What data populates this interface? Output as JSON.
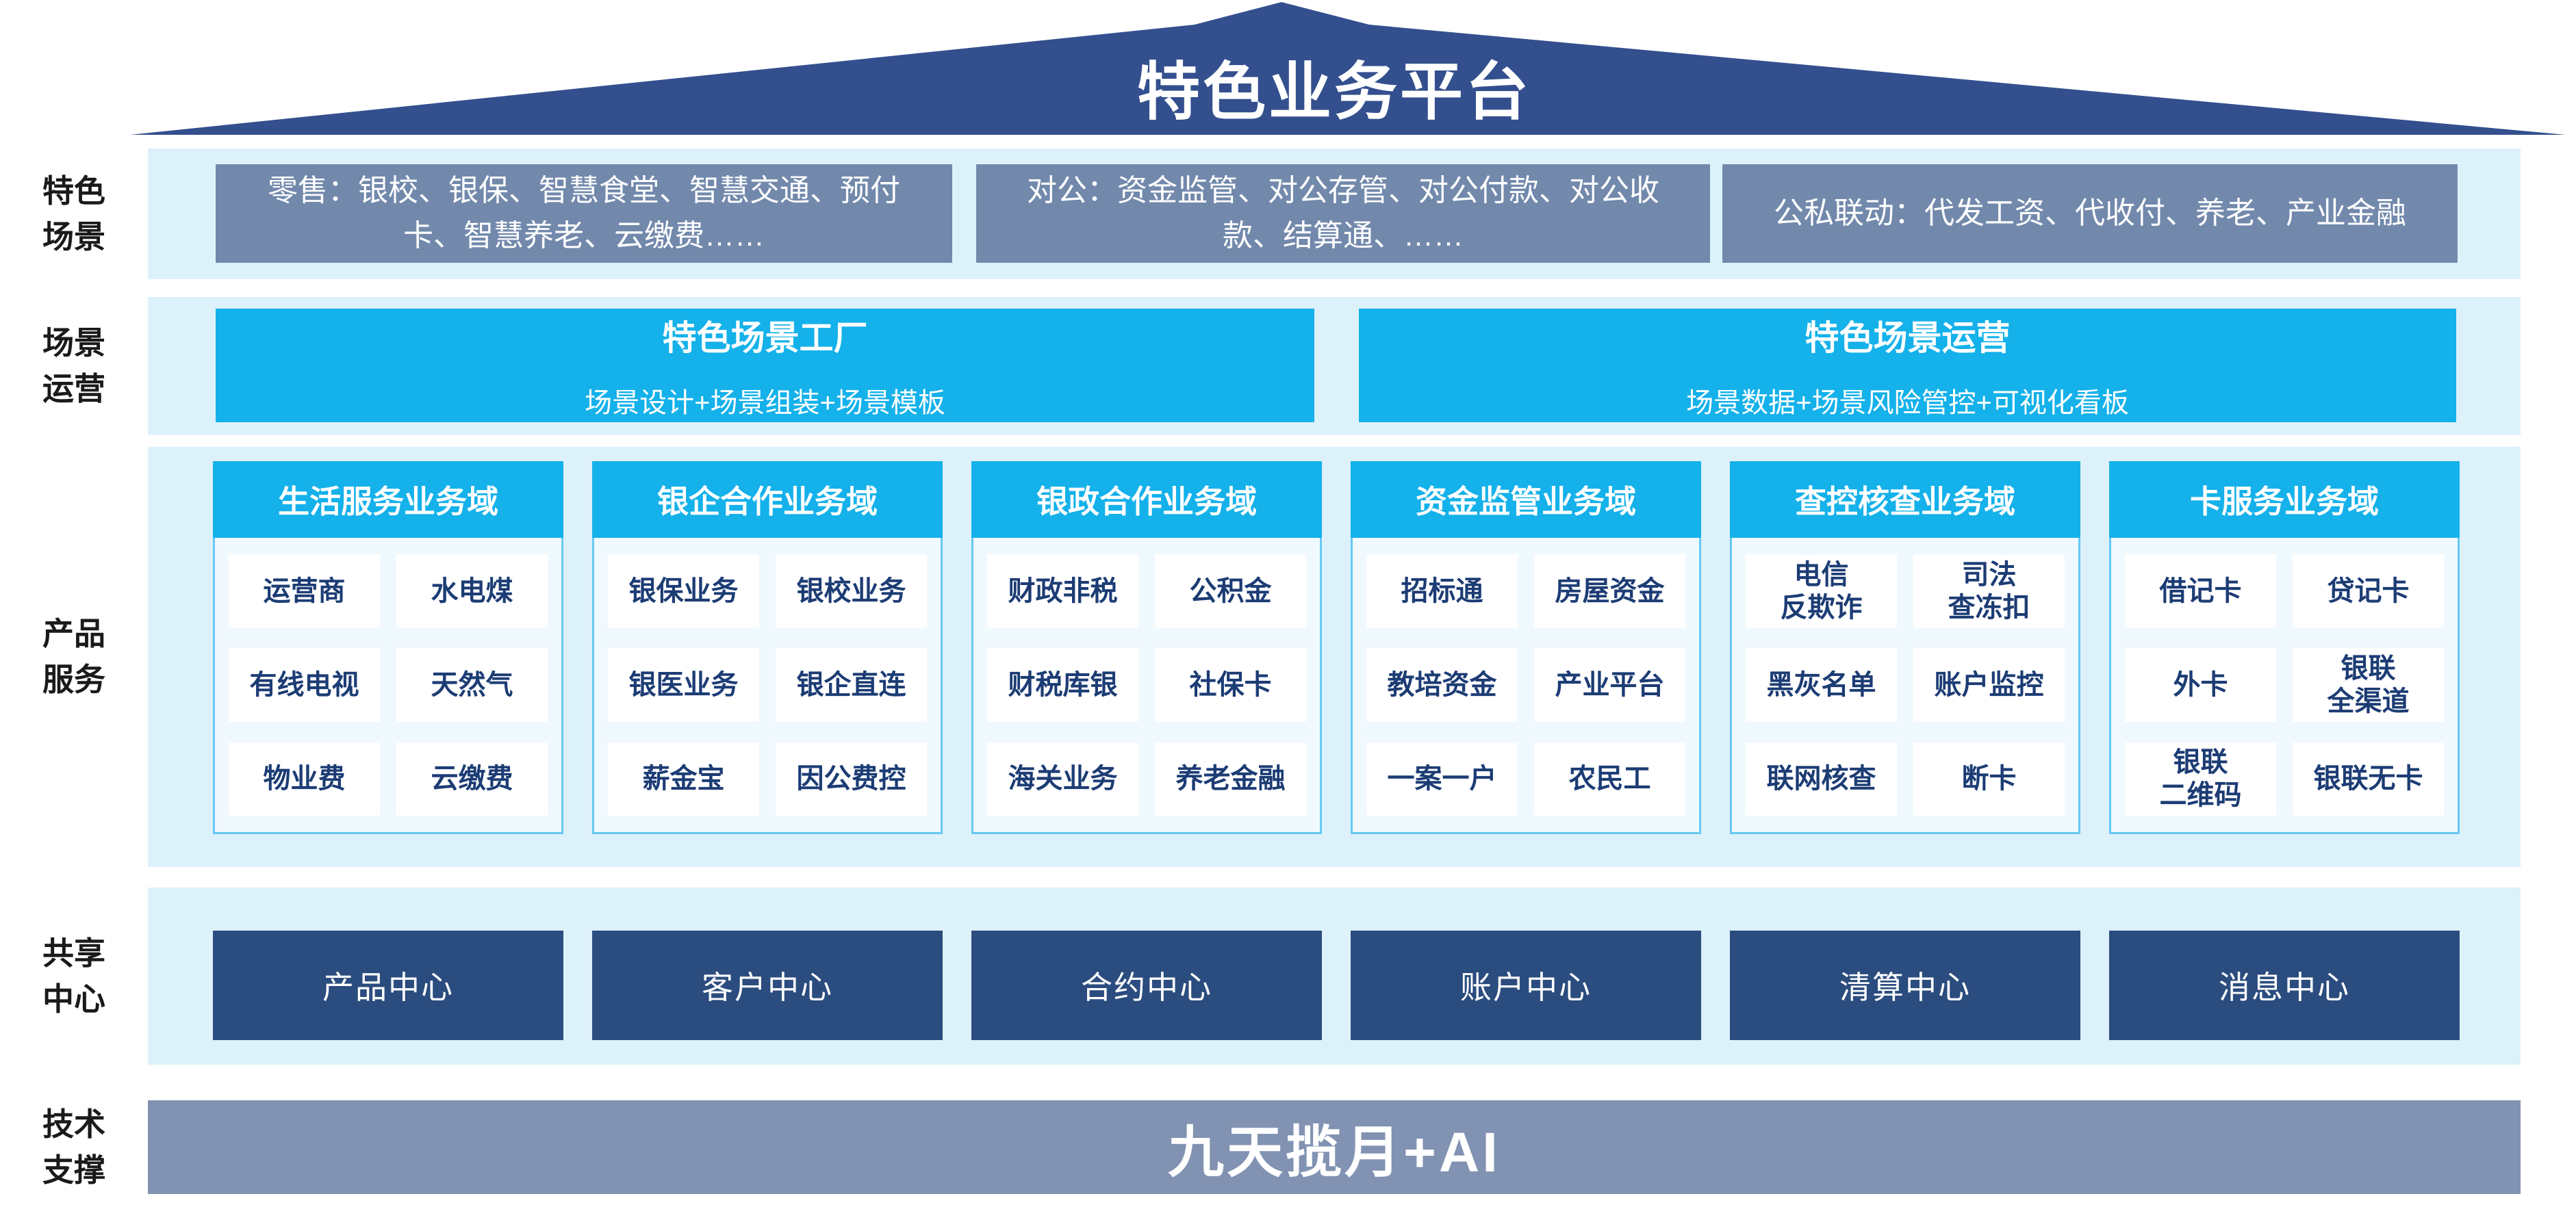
{
  "roof": {
    "title": "特色业务平台"
  },
  "side_labels": [
    "特色\n场景",
    "场景\n运营",
    "产品\n服务",
    "共享\n中心",
    "技术\n支撑"
  ],
  "scene_row": {
    "boxes": [
      "零售：银校、银保、智慧食堂、智慧交通、预付卡、智慧养老、云缴费……",
      "对公：资金监管、对公存管、对公付款、对公收款、结算通、……",
      "公私联动：代发工资、代收付、养老、产业金融"
    ]
  },
  "operation_row": {
    "boxes": [
      {
        "title": "特色场景工厂",
        "subtitle": "场景设计+场景组装+场景模板"
      },
      {
        "title": "特色场景运营",
        "subtitle": "场景数据+场景风险管控+可视化看板"
      }
    ]
  },
  "product_row": {
    "columns": [
      {
        "header": "生活服务业务域",
        "cells": [
          "运营商",
          "水电煤",
          "有线电视",
          "天然气",
          "物业费",
          "云缴费"
        ]
      },
      {
        "header": "银企合作业务域",
        "cells": [
          "银保业务",
          "银校业务",
          "银医业务",
          "银企直连",
          "薪金宝",
          "因公费控"
        ]
      },
      {
        "header": "银政合作业务域",
        "cells": [
          "财政非税",
          "公积金",
          "财税库银",
          "社保卡",
          "海关业务",
          "养老金融"
        ]
      },
      {
        "header": "资金监管业务域",
        "cells": [
          "招标通",
          "房屋资金",
          "教培资金",
          "产业平台",
          "一案一户",
          "农民工"
        ]
      },
      {
        "header": "查控核查业务域",
        "cells": [
          "电信\n反欺诈",
          "司法\n查冻扣",
          "黑灰名单",
          "账户监控",
          "联网核查",
          "断卡"
        ]
      },
      {
        "header": "卡服务业务域",
        "cells": [
          "借记卡",
          "贷记卡",
          "外卡",
          "银联\n全渠道",
          "银联\n二维码",
          "银联无卡"
        ]
      }
    ]
  },
  "shared_row": {
    "centers": [
      "产品中心",
      "客户中心",
      "合约中心",
      "账户中心",
      "清算中心",
      "消息中心"
    ]
  },
  "tech_row": {
    "platform": "九天揽月+AI"
  },
  "colors": {
    "roof_navy": "#334f8e",
    "scene_box_gray": "#7289ac",
    "accent_cyan": "#14b1ea",
    "band_light_blue": "#ddf1fb",
    "card_body": "#f0f9fe",
    "card_border": "#66c9f2",
    "cell_text_navy": "#1c3c74",
    "center_navy": "#2b4c7e",
    "tech_bar_gray": "#8192b2"
  }
}
